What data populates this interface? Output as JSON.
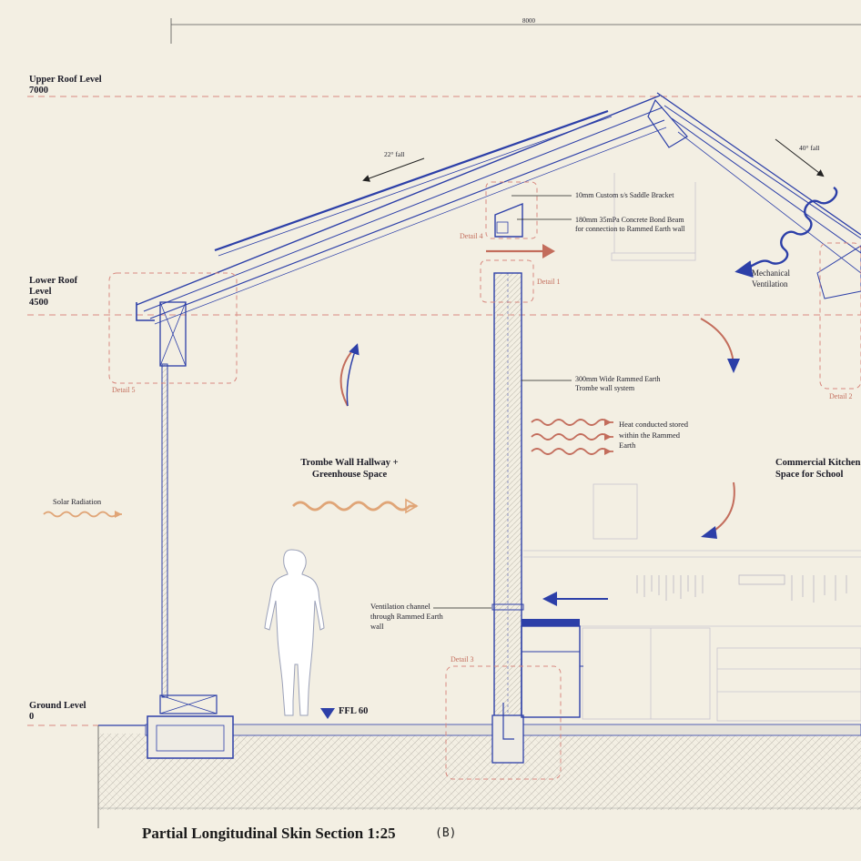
{
  "dimension": "8000",
  "levels": {
    "upper": {
      "name": "Upper Roof Level",
      "value": "7000"
    },
    "lower": {
      "name": "Lower Roof Level",
      "value": "4500"
    },
    "ground": {
      "name": "Ground Level",
      "value": "0"
    }
  },
  "falls": {
    "left": "22° fall",
    "right": "40° fall"
  },
  "annotations": {
    "bracket": "10mm Custom s/s Saddle Bracket",
    "beam": "180mm 35mPa Concrete Bond Beam for connection to Rammed Earth wall",
    "mech_vent": "Mechanical Ventilation",
    "wall_system": "300mm Wide Rammed Earth Trombe wall system",
    "heat": "Heat conducted stored within the Rammed Earth",
    "vent_channel": "Ventilation channel through Rammed Earth wall",
    "solar": "Solar Radiation",
    "ffl": "FFL 60"
  },
  "spaces": {
    "hallway": "Trombe Wall Hallway + Greenhouse Space",
    "kitchen": "Commercial Kitchen Space for School"
  },
  "details": [
    "Detail 1",
    "Detail 2",
    "Detail 3",
    "Detail 4",
    "Detail 5"
  ],
  "title": "Partial Longitudinal Skin Section 1:25",
  "section_tag": "(B)",
  "colors": {
    "line": "#2c3fa8",
    "accent": "#c36d5c",
    "warm": "#e0a577",
    "ground": "#b9b6ac"
  }
}
